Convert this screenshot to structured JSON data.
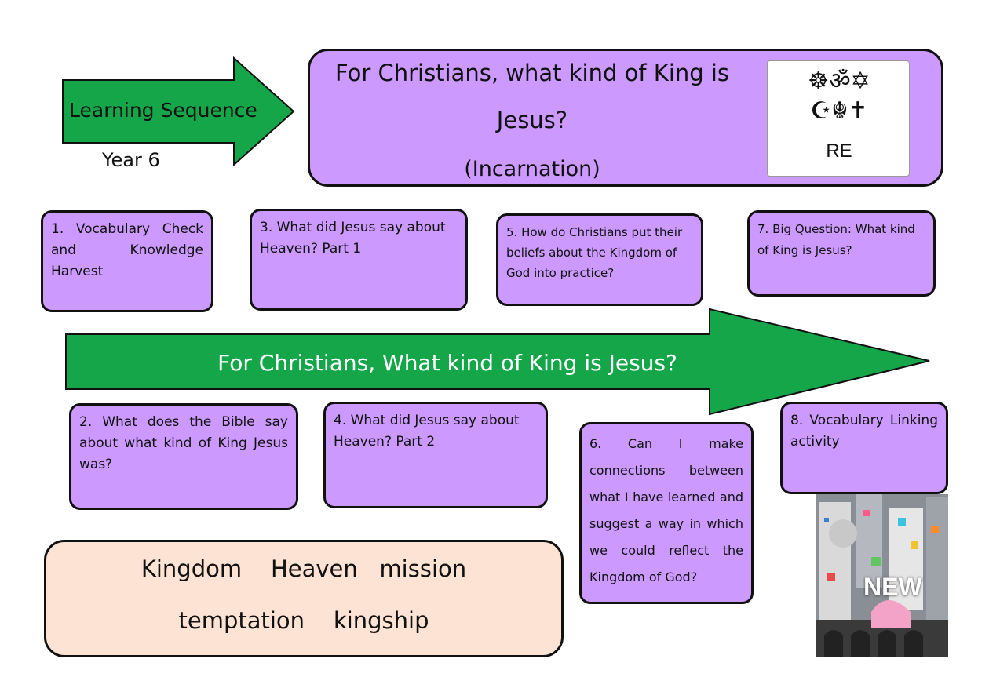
{
  "header": {
    "arrow_label": "Learning Sequence",
    "year": "Year 6",
    "title_line1": "For Christians, what kind of King is",
    "title_line2": "Jesus?",
    "subtitle": "(Incarnation)",
    "badge_symbols_top": "☸ॐ✡",
    "badge_symbols_bottom": "☪☬✝",
    "badge_label": "RE"
  },
  "lessons": {
    "l1": "1. Vocabulary Check and Knowledge Harvest",
    "l2": "2. What does the Bible say about what kind of King Jesus was?",
    "l3": "3. What did Jesus say about Heaven? Part 1",
    "l4": "4. What did Jesus say about Heaven? Part 2",
    "l5": "5. How do Christians put their beliefs about the Kingdom of God into practice?",
    "l6": "6. Can I make connections between what I have learned and suggest a way in which we could reflect the Kingdom of God?",
    "l7": "7. Big Question: What kind of King is Jesus?",
    "l8": "8. Vocabulary Linking activity"
  },
  "main_arrow": {
    "label": "For Christians, What kind of King is Jesus?"
  },
  "vocabulary": {
    "line1": "Kingdom    Heaven   mission",
    "line2": "temptation    kingship"
  },
  "poster": {
    "label": "NEW"
  },
  "colors": {
    "arrow_green": "#16a64a",
    "card_purple": "#cc99ff",
    "vocab_peach": "#fde3d3",
    "border": "#111111"
  }
}
